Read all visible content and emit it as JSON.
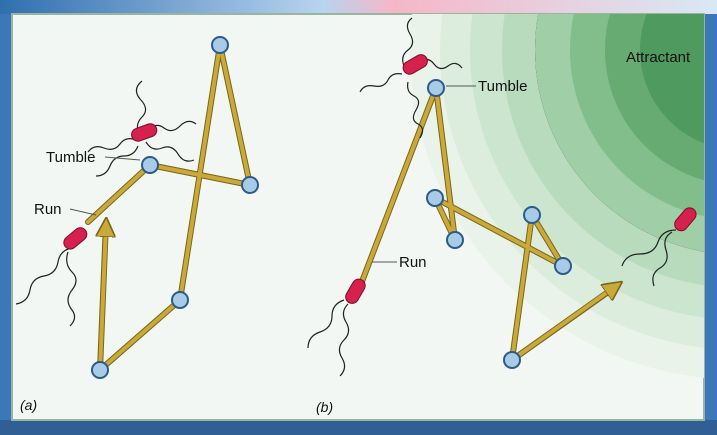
{
  "labels": {
    "attractant": "Attractant",
    "tumble_a": "Tumble",
    "run_a": "Run",
    "tumble_b": "Tumble",
    "run_b": "Run",
    "panel_a": "(a)",
    "panel_b": "(b)"
  },
  "colors": {
    "path": "#c9a93a",
    "path_dark": "#7a6418",
    "node_fill": "#a8cbe8",
    "node_stroke": "#2b5b8a",
    "bacterium": "#d6204e",
    "panel_bg": "#f3f7f3",
    "attractant_core": "#4f9a5e"
  }
}
